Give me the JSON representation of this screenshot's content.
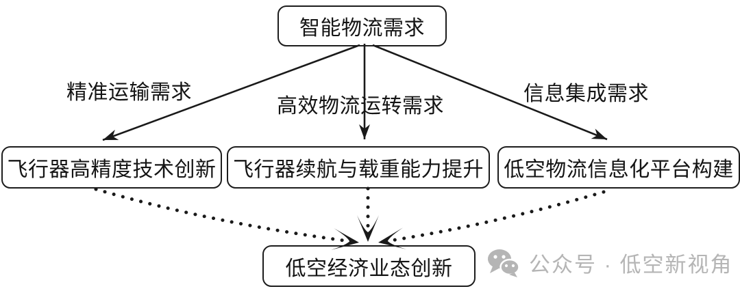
{
  "diagram": {
    "top_box": {
      "label": "智能物流需求"
    },
    "edge_labels": [
      {
        "label": "精准运输需求"
      },
      {
        "label": "高效物流运转需求"
      },
      {
        "label": "信息集成需求"
      }
    ],
    "middle_boxes": [
      {
        "label": "飞行器高精度技术创新"
      },
      {
        "label": "飞行器续航与载重能力提升"
      },
      {
        "label": "低空物流信息化平台构建"
      }
    ],
    "bottom_box": {
      "label": "低空经济业态创新"
    },
    "colors": {
      "line": "#1a1a1a",
      "box_border": "#1c1c1c",
      "background": "#ffffff",
      "watermark_gray": "#b5b5b5"
    }
  },
  "watermark": {
    "icon": "wechat-icon",
    "text": "公众号 · 低空新视角"
  }
}
